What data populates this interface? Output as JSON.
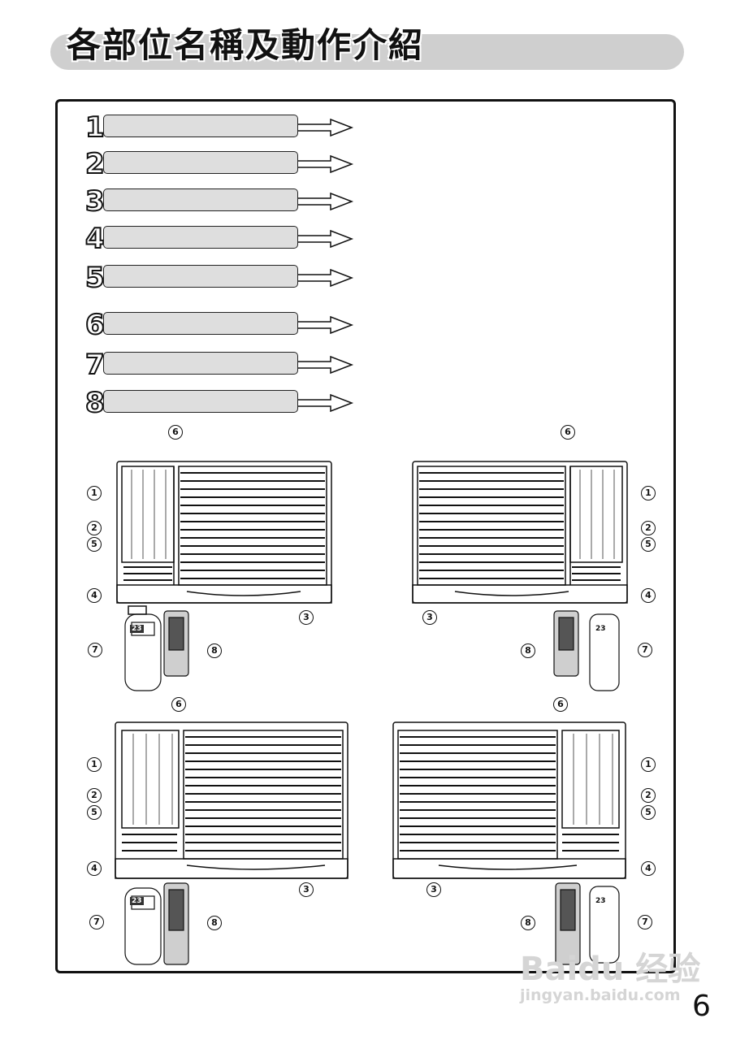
{
  "title": "各部位名稱及動作介紹",
  "page_number": "6",
  "watermark": {
    "line1": "Baidu 经验",
    "line2": "jingyan.baidu.com"
  },
  "items": [
    {
      "num": "1"
    },
    {
      "num": "2"
    },
    {
      "num": "3"
    },
    {
      "num": "4"
    },
    {
      "num": "5"
    },
    {
      "num": "6"
    },
    {
      "num": "7"
    },
    {
      "num": "8"
    }
  ],
  "callouts": [
    "1",
    "2",
    "3",
    "4",
    "5",
    "6",
    "7",
    "8"
  ],
  "remote_display": "23"
}
